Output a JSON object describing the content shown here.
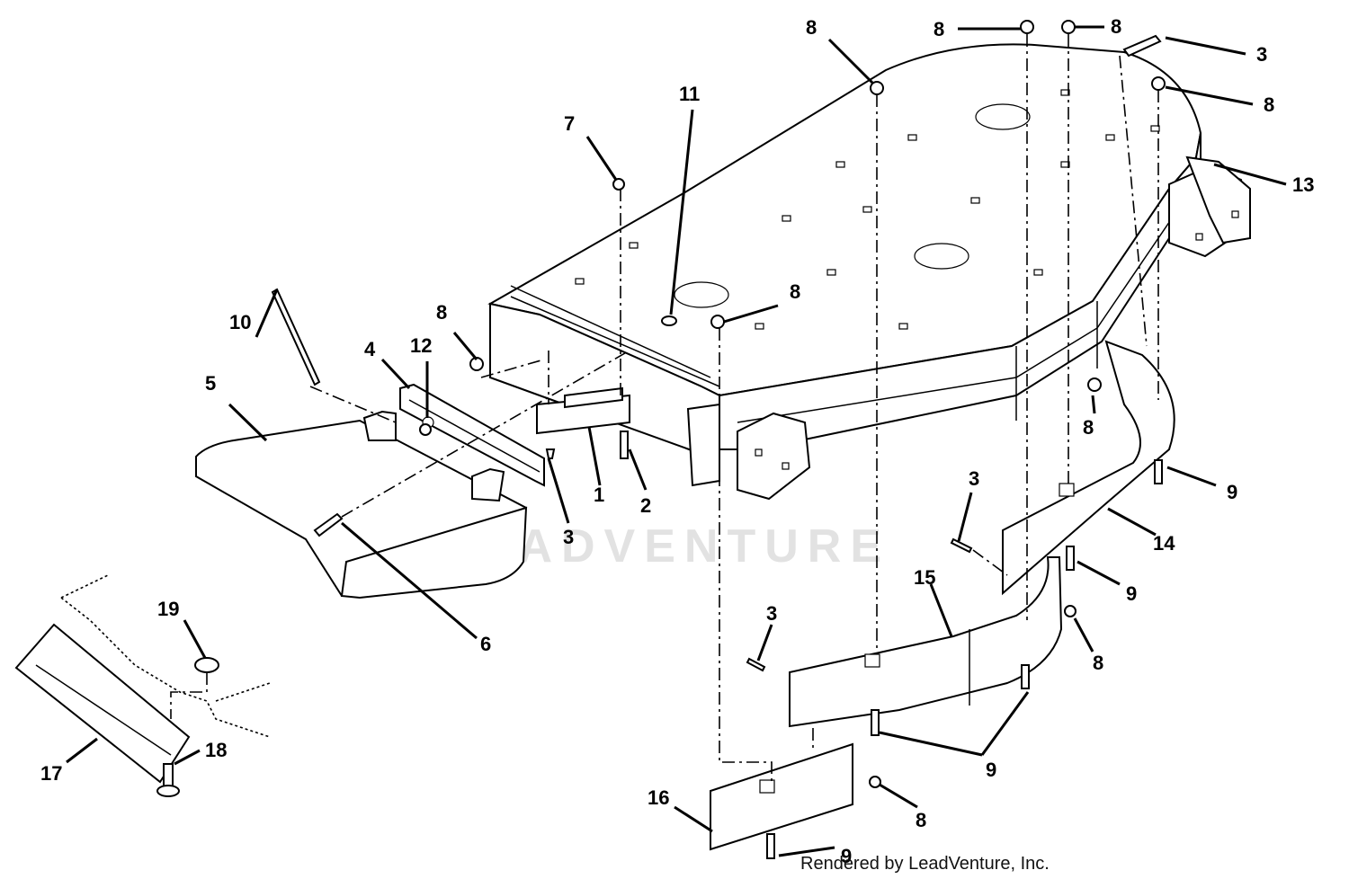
{
  "watermark": "LEADVENTURE",
  "credit": "Rendered by LeadVenture, Inc.",
  "callouts": [
    {
      "id": "c-8a",
      "label": "8"
    },
    {
      "id": "c-8b",
      "label": "8"
    },
    {
      "id": "c-8c",
      "label": "8"
    },
    {
      "id": "c-3a",
      "label": "3"
    },
    {
      "id": "c-8d",
      "label": "8"
    },
    {
      "id": "c-13",
      "label": "13"
    },
    {
      "id": "c-11",
      "label": "11"
    },
    {
      "id": "c-7",
      "label": "7"
    },
    {
      "id": "c-8e",
      "label": "8"
    },
    {
      "id": "c-10",
      "label": "10"
    },
    {
      "id": "c-8f",
      "label": "8"
    },
    {
      "id": "c-4",
      "label": "4"
    },
    {
      "id": "c-12",
      "label": "12"
    },
    {
      "id": "c-5",
      "label": "5"
    },
    {
      "id": "c-8g",
      "label": "8"
    },
    {
      "id": "c-1",
      "label": "1"
    },
    {
      "id": "c-2",
      "label": "2"
    },
    {
      "id": "c-3b",
      "label": "3"
    },
    {
      "id": "c-9a",
      "label": "9"
    },
    {
      "id": "c-3c",
      "label": "3"
    },
    {
      "id": "c-14",
      "label": "14"
    },
    {
      "id": "c-15",
      "label": "15"
    },
    {
      "id": "c-9b",
      "label": "9"
    },
    {
      "id": "c-6",
      "label": "6"
    },
    {
      "id": "c-19",
      "label": "19"
    },
    {
      "id": "c-3d",
      "label": "3"
    },
    {
      "id": "c-8h",
      "label": "8"
    },
    {
      "id": "c-18",
      "label": "18"
    },
    {
      "id": "c-17",
      "label": "17"
    },
    {
      "id": "c-9c",
      "label": "9"
    },
    {
      "id": "c-16",
      "label": "16"
    },
    {
      "id": "c-8i",
      "label": "8"
    },
    {
      "id": "c-9d",
      "label": "9"
    }
  ]
}
